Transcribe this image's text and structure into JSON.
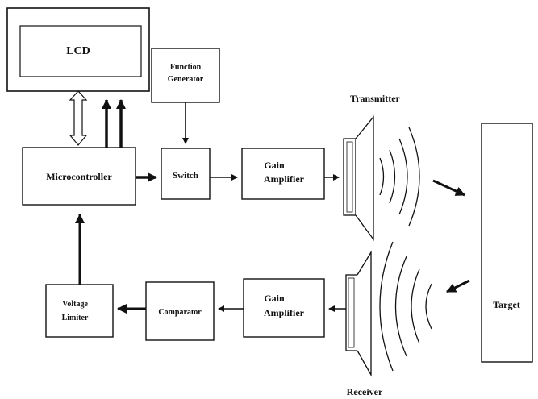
{
  "blocks": {
    "lcd": "LCD",
    "function_generator_line1": "Function",
    "function_generator_line2": "Generator",
    "microcontroller": "Microcontroller",
    "switch": "Switch",
    "gain_amplifier_tx_line1": "Gain",
    "gain_amplifier_tx_line2": "Amplifier",
    "gain_amplifier_rx_line1": "Gain",
    "gain_amplifier_rx_line2": "Amplifier",
    "comparator": "Comparator",
    "voltage_limiter_line1": "Voltage",
    "voltage_limiter_line2": "Limiter",
    "target": "Target"
  },
  "labels": {
    "transmitter": "Transmitter",
    "receiver": "Receiver"
  }
}
